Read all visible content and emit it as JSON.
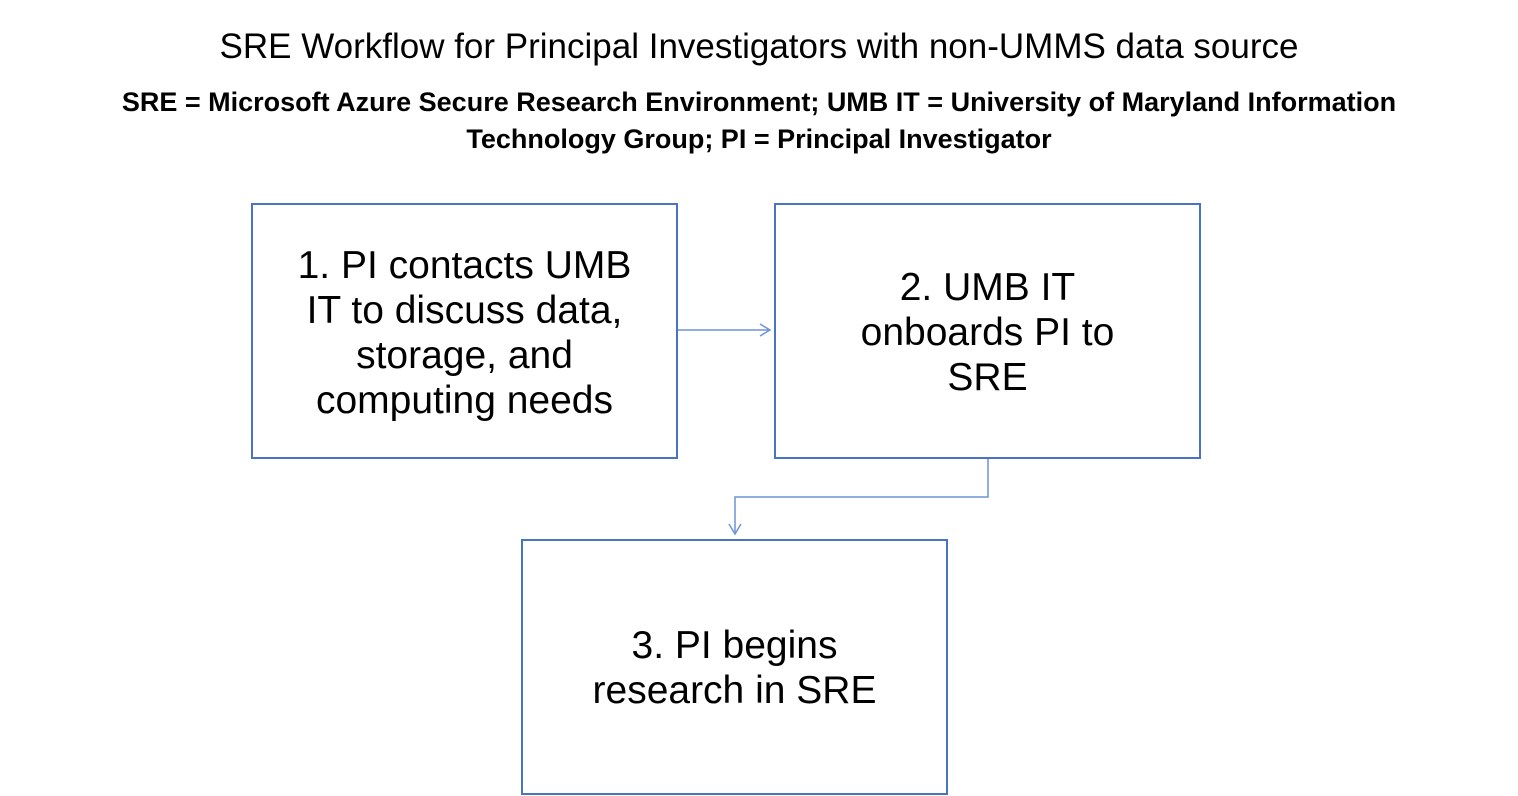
{
  "title": "SRE Workflow for Principal Investigators with non-UMMS data source",
  "subtitle_line1": "SRE = Microsoft Azure Secure Research Environment; UMB IT = University of Maryland Information",
  "subtitle_line2": "Technology Group; PI = Principal Investigator",
  "steps": [
    {
      "lines": [
        "1. PI contacts UMB",
        "IT to discuss data,",
        "storage, and",
        "computing needs"
      ]
    },
    {
      "lines": [
        "2. UMB IT",
        "onboards PI to",
        "SRE"
      ]
    },
    {
      "lines": [
        "3. PI begins",
        "research in SRE"
      ]
    }
  ],
  "colors": {
    "box_border": "#4a73c1",
    "connector": "#6f94d6"
  }
}
